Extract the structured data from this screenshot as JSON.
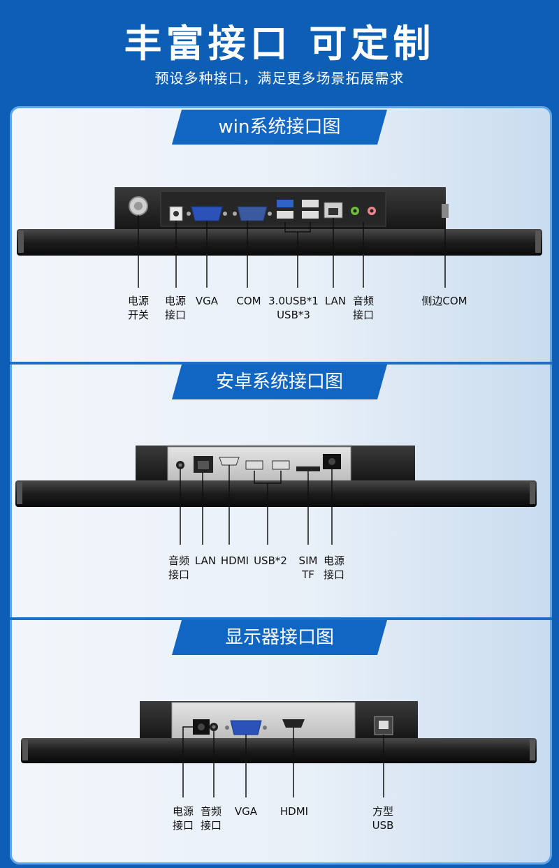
{
  "header": {
    "title": "丰富接口 可定制",
    "subtitle": "预设多种接口，满足更多场景拓展需求"
  },
  "sections": [
    {
      "title": "win系统接口图",
      "labels": [
        {
          "line1": "电源",
          "line2": "开关"
        },
        {
          "line1": "电源",
          "line2": "接口"
        },
        {
          "line1": "VGA",
          "line2": ""
        },
        {
          "line1": "COM",
          "line2": ""
        },
        {
          "line1": "3.0USB*1",
          "line2": "USB*3"
        },
        {
          "line1": "LAN",
          "line2": ""
        },
        {
          "line1": "音频",
          "line2": "接口"
        },
        {
          "line1": "侧边COM",
          "line2": ""
        }
      ]
    },
    {
      "title": "安卓系统接口图",
      "labels": [
        {
          "line1": "音频",
          "line2": "接口"
        },
        {
          "line1": "LAN",
          "line2": ""
        },
        {
          "line1": "HDMI",
          "line2": ""
        },
        {
          "line1": "USB*2",
          "line2": ""
        },
        {
          "line1": "SIM",
          "line2": "TF"
        },
        {
          "line1": "电源",
          "line2": "接口"
        }
      ]
    },
    {
      "title": "显示器接口图",
      "labels": [
        {
          "line1": "电源",
          "line2": "接口"
        },
        {
          "line1": "音频",
          "line2": "接口"
        },
        {
          "line1": "VGA",
          "line2": ""
        },
        {
          "line1": "HDMI",
          "line2": ""
        },
        {
          "line1": "方型",
          "line2": "USB"
        }
      ]
    }
  ]
}
